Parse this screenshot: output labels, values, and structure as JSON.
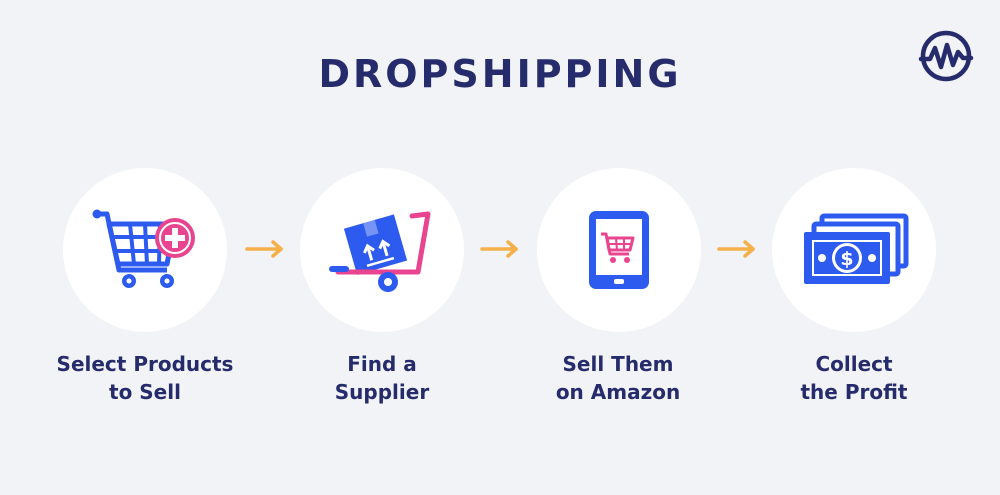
{
  "title": "DROPSHIPPING",
  "logo": {
    "icon": "wave-logo-icon"
  },
  "steps": [
    {
      "icon": "shopping-cart-plus-icon",
      "line1": "Select Products",
      "line2": "to Sell"
    },
    {
      "icon": "hand-truck-box-icon",
      "line1": "Find a",
      "line2": "Supplier"
    },
    {
      "icon": "tablet-cart-icon",
      "line1": "Sell Them",
      "line2": "on Amazon"
    },
    {
      "icon": "money-stack-icon",
      "line1": "Collect",
      "line2": "the Profit"
    }
  ],
  "colors": {
    "background": "#f1f3f6",
    "navy": "#262b6b",
    "blue": "#2d5bf0",
    "pink": "#e8448f",
    "orange": "#f5b04a"
  }
}
